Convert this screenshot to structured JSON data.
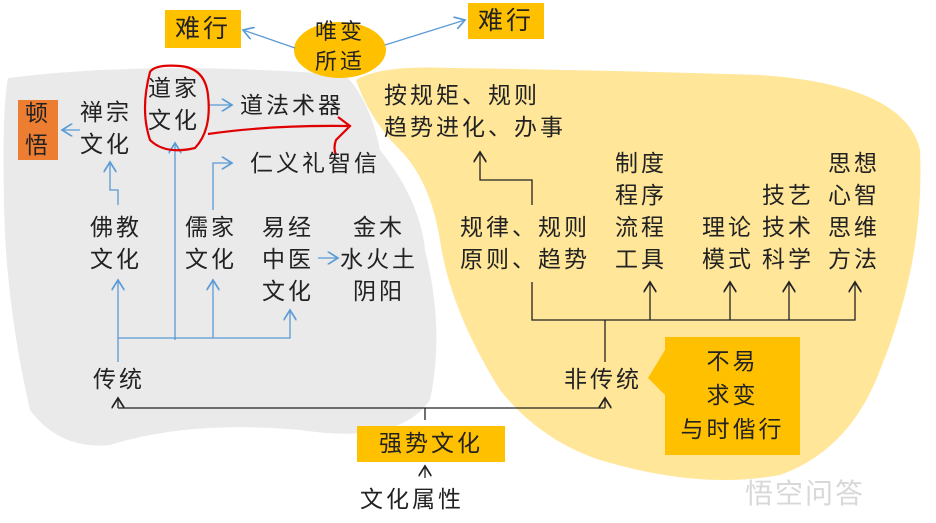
{
  "nodes": {
    "hard_left": "难行",
    "hard_right": "难行",
    "center": "唯变\n所适",
    "sudden": "顿\n悟",
    "zen": "禅宗\n文化",
    "taoism": "道家\n文化",
    "dao_fa_shu_qi": "道法术器",
    "virtues": "仁义礼智信",
    "buddhism": "佛教\n文化",
    "confucian": "儒家\n文化",
    "yijing": "易经\n中医\n文化",
    "five_elements": "金木\n水火土\n阴阳",
    "traditional": "传统",
    "non_traditional": "非传统",
    "strong_culture": "强势文化",
    "culture_attr": "文化属性",
    "rules_evolution": "按规矩、规则\n趋势进化、办事",
    "laws": "规律、规则\n原则、趋势",
    "systems": "制度\n程序\n流程\n工具",
    "theory": "理论\n模式",
    "skills": "技艺\n技术\n科学",
    "thinking": "思想\n心智\n思维\n方法",
    "change": "不易\n求变\n与时偕行"
  },
  "watermark": "悟空问答",
  "colors": {
    "gold": "#FFC000",
    "light_gold": "#FFE699",
    "gray": "#EAEAEA",
    "orange": "#ED7D31",
    "arrow_blue": "#5B9BD5",
    "red": "#E00000"
  }
}
